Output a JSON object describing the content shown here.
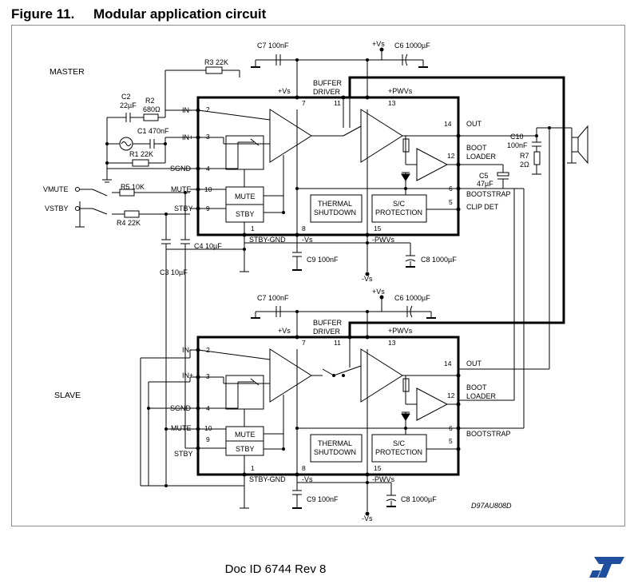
{
  "figure": {
    "number": "Figure 11.",
    "title": "Modular application circuit"
  },
  "footer": {
    "doc_id": "Doc ID 6744 Rev 8"
  },
  "logo": {
    "name": "st-logo",
    "color": "#1f4e9c"
  },
  "diagram_code": "D97AU808D",
  "sections": {
    "master": "MASTER",
    "slave": "SLAVE"
  },
  "master": {
    "pins_left": {
      "in_minus": "IN-",
      "in_plus": "IN+",
      "sgnd": "SGND",
      "mute": "MUTE",
      "stby": "STBY"
    },
    "pins_right": {
      "out": "OUT",
      "boot_loader_1": "BOOT",
      "boot_loader_2": "LOADER",
      "bootstrap": "BOOTSTRAP",
      "clip_det": "CLIP DET"
    },
    "pins_bottom": {
      "stby_gnd": "STBY-GND",
      "neg_vs": "-Vs",
      "neg_pwvs": "-PWVs"
    },
    "pins_top": {
      "pos_vs": "+Vs",
      "buffer_1": "BUFFER",
      "buffer_2": "DRIVER",
      "pos_pwvs": "+PWVs"
    },
    "pin_numbers": {
      "p2": "2",
      "p3": "3",
      "p4": "4",
      "p10": "10",
      "p9": "9",
      "p7": "7",
      "p11": "11",
      "p13": "13",
      "p14": "14",
      "p12": "12",
      "p6": "6",
      "p5": "5",
      "p1": "1",
      "p8": "8",
      "p15": "15"
    },
    "blocks": {
      "mute": "MUTE",
      "stby": "STBY",
      "thermal_1": "THERMAL",
      "thermal_2": "SHUTDOWN",
      "sc_1": "S/C",
      "sc_2": "PROTECTION"
    },
    "components": {
      "c7": "C7 100nF",
      "vs_top": "+Vs",
      "c6": "C6 1000µF",
      "r3": "R3 22K",
      "c2_a": "C2",
      "c2_b": "22µF",
      "r2_a": "R2",
      "r2_b": "680Ω",
      "c1": "C1 470nF",
      "r1": "R1 22K",
      "c10_a": "C10",
      "c10_b": "100nF",
      "r7_a": "R7",
      "r7_b": "2Ω",
      "c5_a": "C5",
      "c5_b": "47µF",
      "r5": "R5 10K",
      "r4": "R4 22K",
      "vmute": "VMUTE",
      "vstby": "VSTBY",
      "c4": "C4 10µF",
      "c3": "C3 10µF",
      "c9": "C9 100nF",
      "c8": "C8 1000µF",
      "vs_bottom": "-Vs"
    }
  },
  "slave": {
    "pins_left": {
      "in_minus": "IN-",
      "in_plus": "IN+",
      "sgnd": "SGND",
      "mute": "MUTE",
      "stby": "STBY"
    },
    "pins_right": {
      "out": "OUT",
      "boot_loader_1": "BOOT",
      "boot_loader_2": "LOADER",
      "bootstrap": "BOOTSTRAP"
    },
    "pins_bottom": {
      "stby_gnd": "STBY-GND",
      "neg_vs": "-Vs",
      "neg_pwvs": "-PWVs"
    },
    "pins_top": {
      "pos_vs": "+Vs",
      "buffer_1": "BUFFER",
      "buffer_2": "DRIVER",
      "pos_pwvs": "+PWVs"
    },
    "pin_numbers": {
      "p2": "2",
      "p3": "3",
      "p4": "4",
      "p10": "10",
      "p9": "9",
      "p7": "7",
      "p11": "11",
      "p13": "13",
      "p14": "14",
      "p12": "12",
      "p6": "6",
      "p5": "5",
      "p1": "1",
      "p8": "8",
      "p15": "15"
    },
    "blocks": {
      "mute": "MUTE",
      "stby": "STBY",
      "thermal_1": "THERMAL",
      "thermal_2": "SHUTDOWN",
      "sc_1": "S/C",
      "sc_2": "PROTECTION"
    },
    "components": {
      "c7": "C7 100nF",
      "vs_top": "+Vs",
      "c6": "C6 1000µF",
      "c9": "C9 100nF",
      "c8": "C8 1000µF",
      "vs_bottom": "-Vs"
    }
  }
}
